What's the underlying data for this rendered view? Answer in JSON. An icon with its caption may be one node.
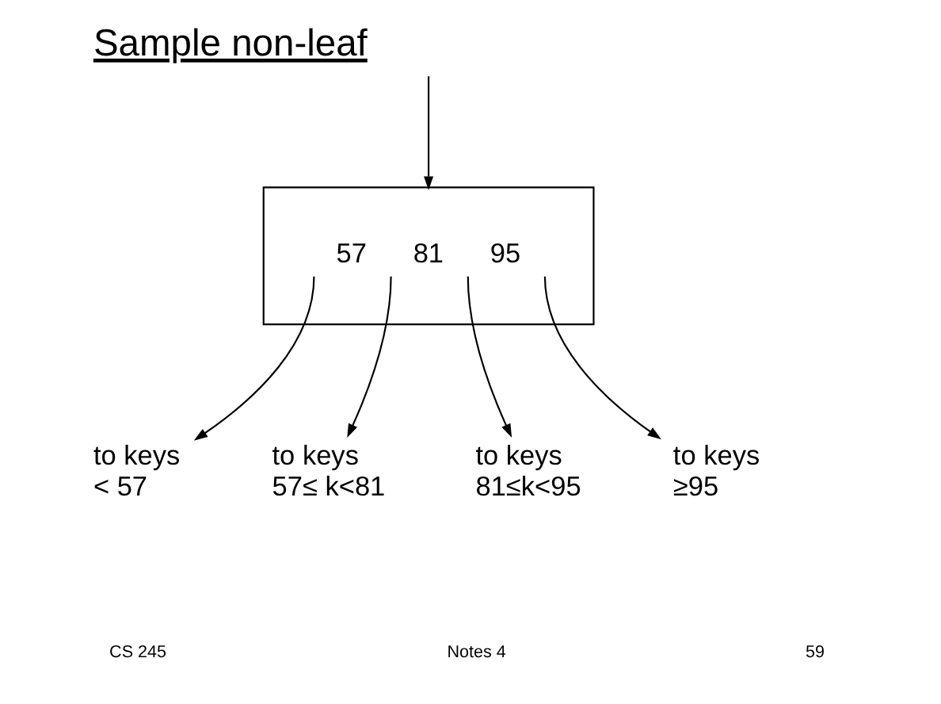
{
  "diagram": {
    "title": "Sample non-leaf",
    "nodes": [
      {
        "text": [
          "57",
          "81",
          "95"
        ]
      },
      {
        "text": [
          "to keys",
          "< 57"
        ]
      },
      {
        "text": [
          "to keys",
          "57≤ k<81"
        ]
      },
      {
        "text": [
          "to keys",
          "81≤k<95"
        ]
      },
      {
        "text": [
          "to keys",
          "≥95"
        ]
      }
    ],
    "edges": [
      {
        "from": null,
        "to": 0,
        "arrow": "to"
      },
      {
        "from": 0,
        "to": 1,
        "arrow": "to"
      },
      {
        "from": 0,
        "to": 2,
        "arrow": "to"
      },
      {
        "from": 0,
        "to": 3,
        "arrow": "to"
      },
      {
        "from": 0,
        "to": 4,
        "arrow": "to"
      }
    ],
    "labels": [
      "CS 245",
      "Notes 4",
      "59"
    ]
  }
}
